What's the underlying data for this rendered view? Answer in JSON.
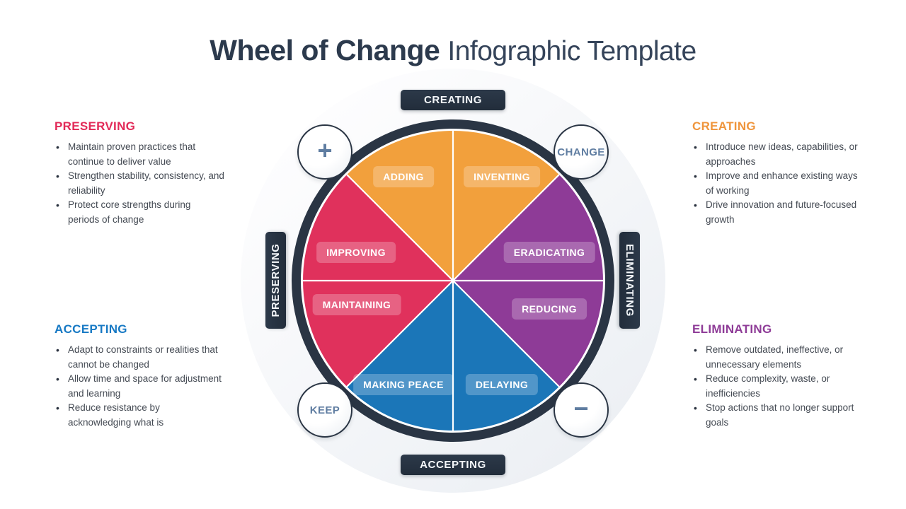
{
  "title": {
    "primary": "Wheel of Change",
    "secondary": "Infographic Template"
  },
  "colors": {
    "creating": "#F2A03C",
    "eliminating": "#8E3B97",
    "accepting": "#1B76B8",
    "preserving": "#E0315C",
    "ring": "#2A3544",
    "badge_text": "#5F7DA1",
    "heading_preserving": "#E22A58",
    "heading_creating": "#EF953C",
    "heading_accepting": "#1779C4",
    "heading_eliminating": "#8E3B97"
  },
  "wheel": {
    "rim_labels": {
      "top": "CREATING",
      "right": "ELIMINATING",
      "bottom": "ACCEPTING",
      "left": "PRESERVING"
    },
    "badges": {
      "top_left": "+",
      "top_right": "CHANGE",
      "bottom_left": "KEEP",
      "bottom_right": "−"
    },
    "segments": {
      "adding": "ADDING",
      "inventing": "INVENTING",
      "improving": "IMPROVING",
      "eradicating": "ERADICATING",
      "maintaining": "MAINTAINING",
      "reducing": "REDUCING",
      "making_peace": "MAKING PEACE",
      "delaying": "DELAYING"
    }
  },
  "sections": {
    "preserving": {
      "heading": "PRESERVING",
      "bullets": [
        "Maintain proven practices that continue to deliver value",
        "Strengthen stability, consistency, and reliability",
        "Protect core strengths during periods of change"
      ]
    },
    "creating": {
      "heading": "CREATING",
      "bullets": [
        "Introduce new ideas, capabilities, or approaches",
        "Improve and enhance existing ways of working",
        "Drive innovation and future-focused growth"
      ]
    },
    "accepting": {
      "heading": "ACCEPTING",
      "bullets": [
        "Adapt to constraints or realities that cannot be changed",
        "Allow time and space for adjustment and learning",
        "Reduce resistance by acknowledging what is"
      ]
    },
    "eliminating": {
      "heading": "ELIMINATING",
      "bullets": [
        "Remove outdated, ineffective, or unnecessary elements",
        "Reduce complexity, waste, or inefficiencies",
        "Stop actions that no longer support goals"
      ]
    }
  }
}
